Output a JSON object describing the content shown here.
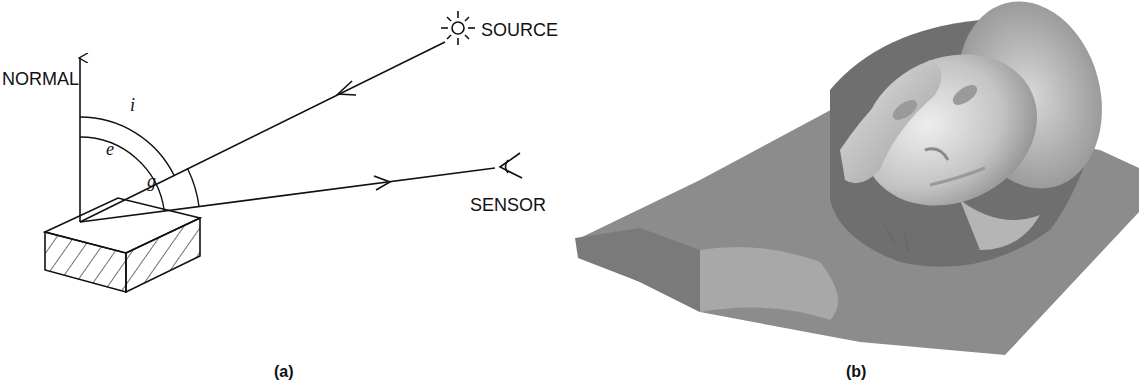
{
  "diagram": {
    "labels": [
      "NORMAL",
      "SOURCE",
      "SENSOR",
      "i",
      "e",
      "g",
      "(a)",
      "(b)"
    ]
  }
}
